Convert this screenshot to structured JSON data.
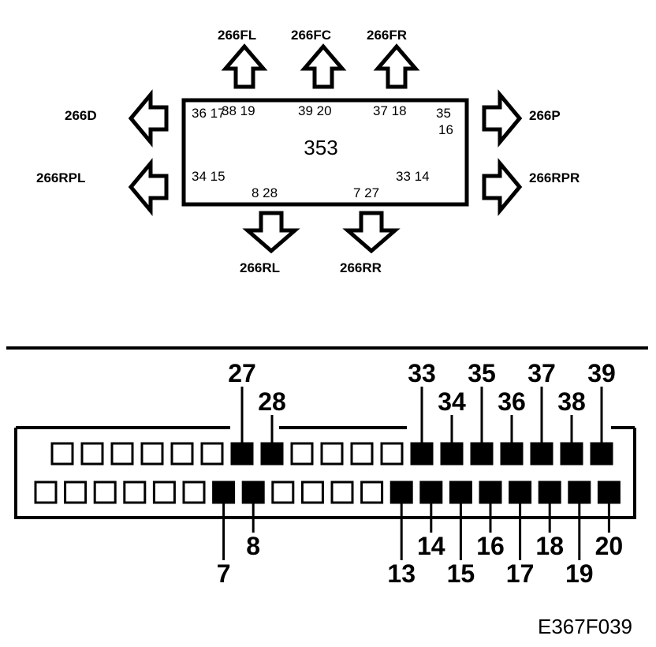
{
  "module": {
    "id": "353",
    "pin_pairs": [
      "36 17",
      "38 19",
      "39 20",
      "37 18",
      "35",
      "16",
      "34 15",
      "33 14",
      "8 28",
      "7 27"
    ]
  },
  "outputs": {
    "front_left": "266FL",
    "front_center": "266FC",
    "front_right": "266FR",
    "driver": "266D",
    "passenger": "266P",
    "rear_power_left": "266RPL",
    "rear_power_right": "266RPR",
    "rear_left": "266RL",
    "rear_right": "266RR"
  },
  "connector": {
    "top_row": [
      "27",
      "28",
      "33",
      "34",
      "35",
      "36",
      "37",
      "38",
      "39"
    ],
    "bottom_row": [
      "7",
      "8",
      "13",
      "14",
      "15",
      "16",
      "17",
      "18",
      "19",
      "20"
    ]
  },
  "figure_code": "E367F039",
  "colors": {
    "ink": "#000000",
    "paper": "#ffffff"
  }
}
